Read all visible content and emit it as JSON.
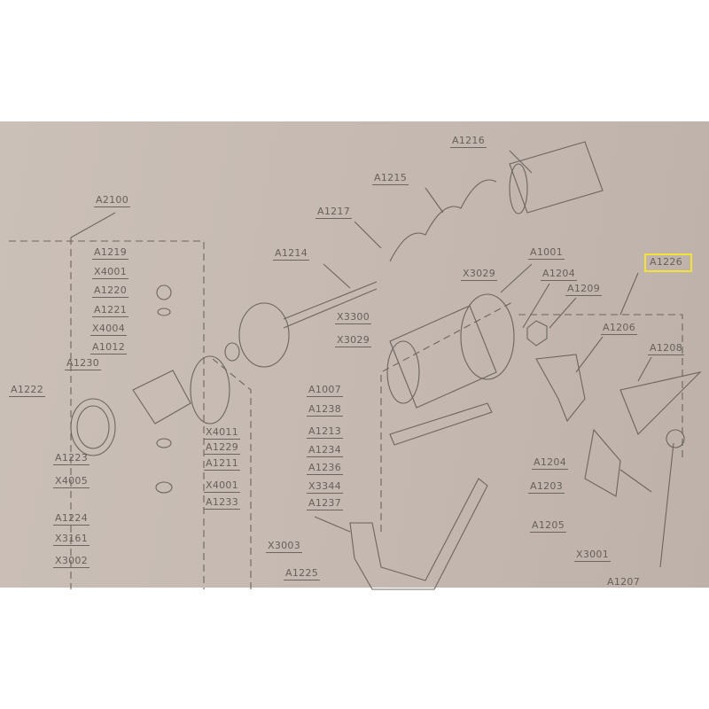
{
  "diagram": {
    "type": "exploded parts diagram",
    "highlighted_label": "A1226",
    "highlight_color": "#f2e23a",
    "line_color": "#6d6560",
    "labels": [
      "A1216",
      "A1215",
      "A2100",
      "A1217",
      "A1219",
      "A1214",
      "A1001",
      "A1226",
      "X4001",
      "X3029",
      "A1204",
      "A1209",
      "A1220",
      "A1221",
      "X3300",
      "A1206",
      "X4004",
      "X3029",
      "A1012",
      "A1208",
      "A1230",
      "A1007",
      "A1222",
      "A1238",
      "X4011",
      "A1213",
      "A1229",
      "A1234",
      "A1211",
      "A1223",
      "A1204",
      "A1236",
      "X4001",
      "X4005",
      "A1203",
      "X3344",
      "A1233",
      "A1224",
      "A1237",
      "A1205",
      "X3161",
      "X3003",
      "X3001",
      "X3002",
      "A1225",
      "A1207"
    ]
  }
}
